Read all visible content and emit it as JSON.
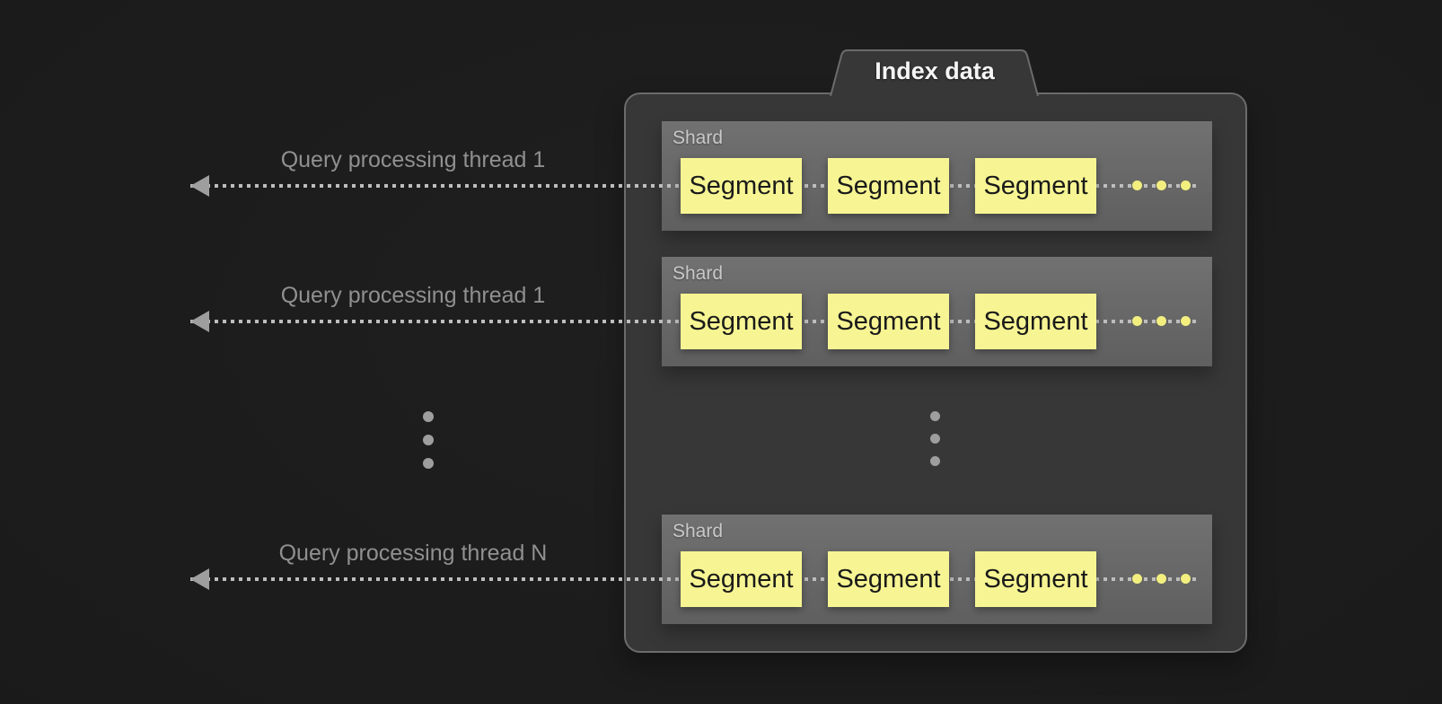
{
  "index_box": {
    "tab_label": "Index data"
  },
  "rows": [
    {
      "thread_label": "Query processing thread 1",
      "shard_label": "Shard",
      "segments": [
        "Segment",
        "Segment",
        "Segment"
      ]
    },
    {
      "thread_label": "Query processing thread 1",
      "shard_label": "Shard",
      "segments": [
        "Segment",
        "Segment",
        "Segment"
      ]
    },
    {
      "thread_label": "Query processing thread N",
      "shard_label": "Shard",
      "segments": [
        "Segment",
        "Segment",
        "Segment"
      ]
    }
  ],
  "colors": {
    "background": "#1c1c1c",
    "container_fill": "#373737",
    "container_border": "#6b6b6b",
    "tab_text": "#f5f5f5",
    "shard_fill_top": "#717171",
    "shard_fill_bottom": "#5f5f5f",
    "shard_label": "#c8c8c8",
    "segment_fill": "#f7f593",
    "segment_text": "#1a1a1a",
    "dotted_line": "#bdbdbd",
    "arrow": "#9e9e9e",
    "thread_label": "#909090",
    "ellipsis_dot": "#9e9e9e",
    "yellow_dot": "#f2ef7f"
  }
}
